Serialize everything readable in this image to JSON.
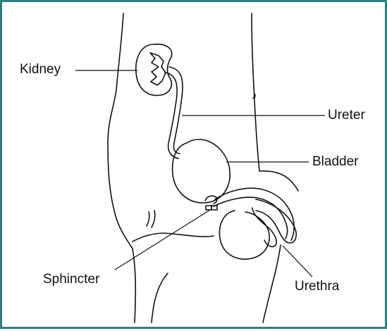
{
  "labels": {
    "kidney": "Kidney",
    "ureter": "Ureter",
    "bladder": "Bladder",
    "sphincter": "Sphincter",
    "urethra": "Urethra"
  },
  "colors": {
    "frame_border": "#2f7f80",
    "line": "#111111",
    "background": "#ffffff"
  }
}
